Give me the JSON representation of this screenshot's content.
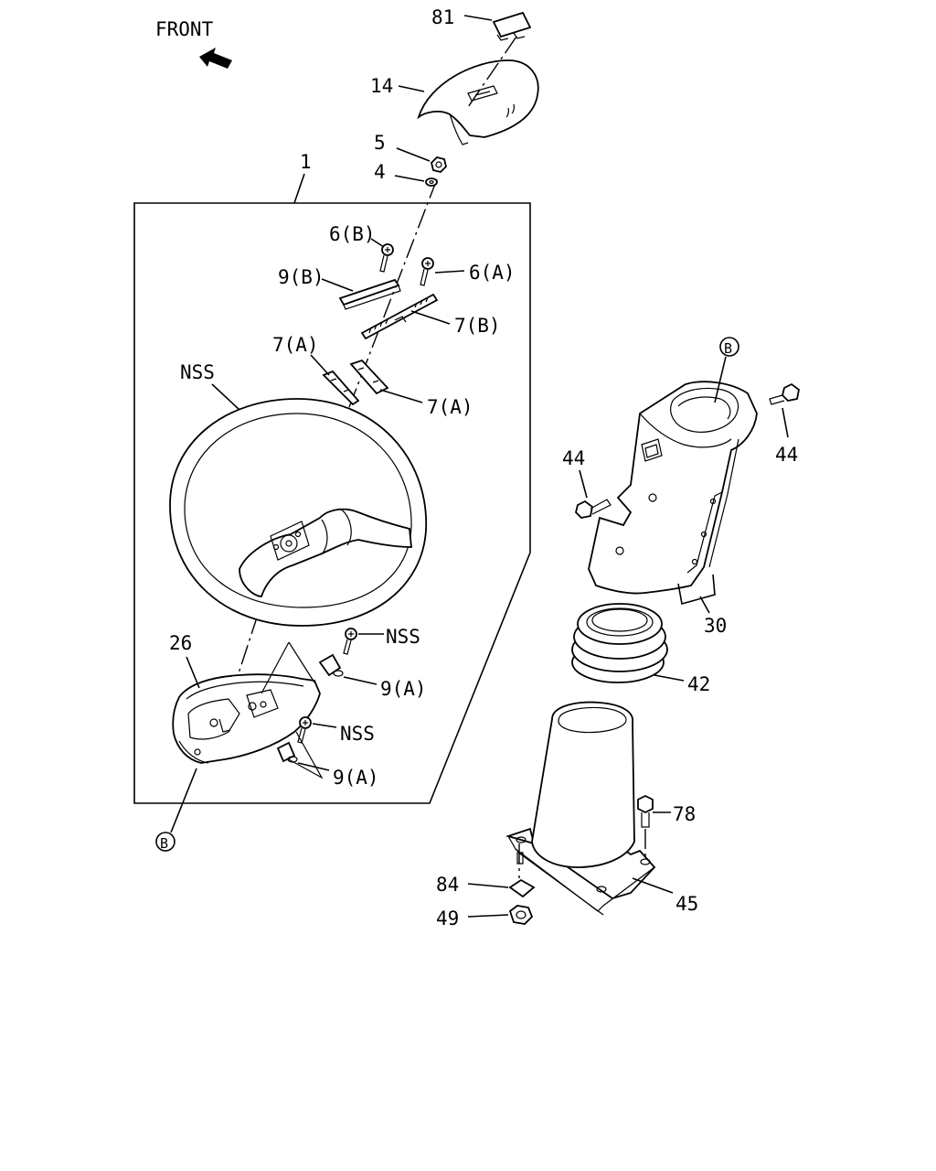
{
  "diagram": {
    "front_label": "FRONT",
    "callouts": {
      "p81": "81",
      "p14": "14",
      "p5": "5",
      "p4": "4",
      "p1": "1",
      "p6b": "6(B)",
      "p9b": "9(B)",
      "p6a": "6(A)",
      "p7b": "7(B)",
      "p7a_left": "7(A)",
      "p7a_right": "7(A)",
      "nss_wheel": "NSS",
      "p26": "26",
      "nss_upper": "NSS",
      "p9a_upper": "9(A)",
      "nss_lower": "NSS",
      "p9a_lower": "9(A)",
      "ref_b_bottom": "B",
      "ref_b_cover": "B",
      "p44_right": "44",
      "p44_left": "44",
      "p30": "30",
      "p42": "42",
      "p78": "78",
      "p84": "84",
      "p45": "45",
      "p49": "49"
    }
  }
}
